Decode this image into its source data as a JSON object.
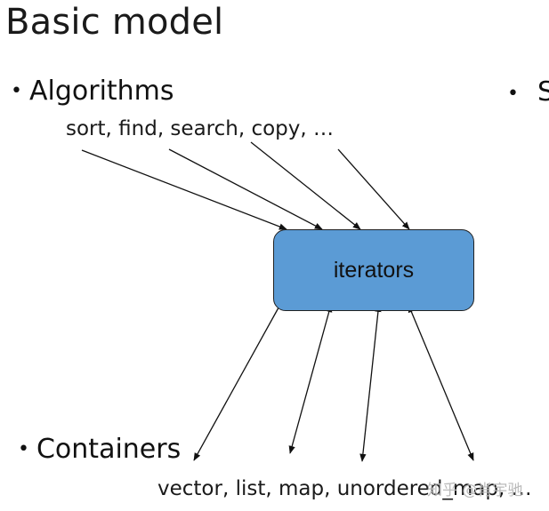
{
  "title": "Basic model",
  "algorithms": {
    "label": "Algorithms",
    "examples": "sort, find, search, copy, …"
  },
  "center": {
    "label": "iterators"
  },
  "containers": {
    "label": "Containers",
    "examples": "vector, list, map, unordered_map, …"
  },
  "right_cut_text": "S",
  "watermark": "知乎 @肖宇驰",
  "colors": {
    "box_fill": "#5b9bd5",
    "box_border": "#222222",
    "text": "#111111"
  }
}
